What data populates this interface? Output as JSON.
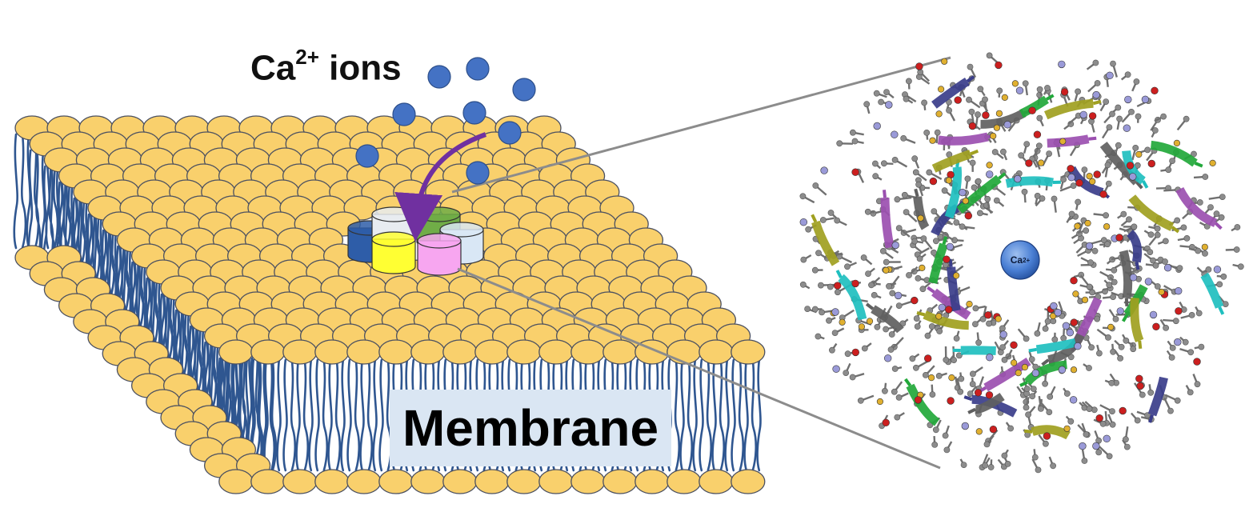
{
  "ion_label": {
    "prefix": "Ca",
    "superscript": "2+",
    "suffix": " ions"
  },
  "membrane_label": "Membrane",
  "pore_ion": {
    "prefix": "Ca",
    "superscript": "2+"
  },
  "colors": {
    "lipid_head": "#f9d06c",
    "lipid_outline": "#4b5060",
    "lipid_tail": "#2f5690",
    "ion": "#4472c4",
    "arrow": "#7030a0",
    "label_box": "#dae6f3",
    "connector": "#8c8c8c"
  },
  "channel_cylinders": [
    "#2e5da8",
    "#e8ecf0",
    "#70ad47",
    "#ffff33",
    "#f7a6f0",
    "#d9e7f5"
  ],
  "ribbon_colors": [
    "#1fbfbf",
    "#22a83a",
    "#a0a020",
    "#9b4fb0",
    "#3a3d8a",
    "#5f5f5f"
  ]
}
